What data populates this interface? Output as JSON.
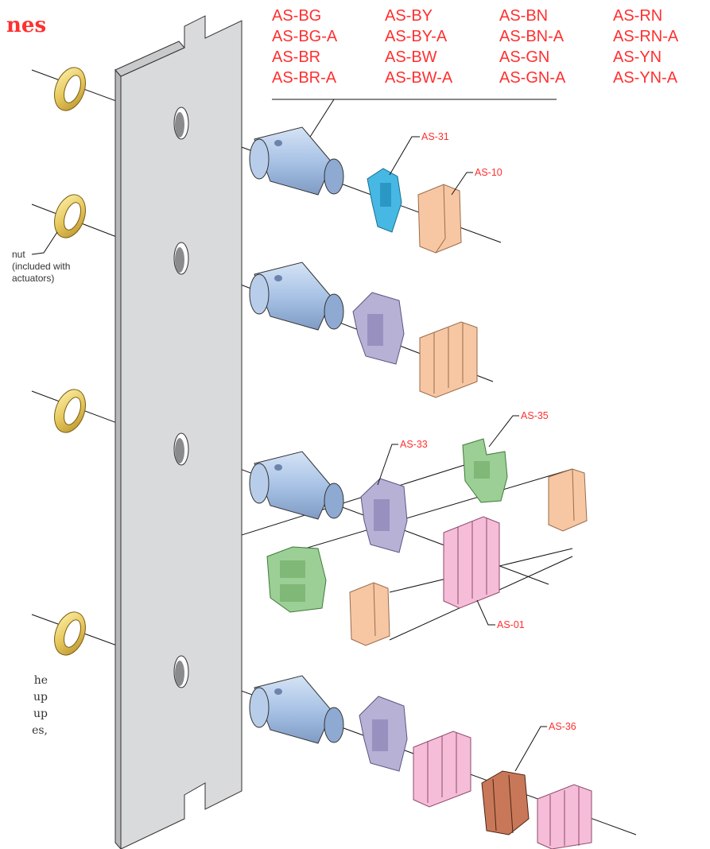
{
  "title_fragment": "nes",
  "colors": {
    "accent": "#ff3030",
    "panel": "#d9dadc",
    "actuator": "#a9c3e6",
    "adapter_blue": "#46b8e3",
    "adapter_purple": "#b7b1d6",
    "adapter_green": "#9ccf95",
    "contact_peach": "#f7c7a4",
    "contact_pink": "#f5bdd8",
    "bracket_copper": "#c87858",
    "nut": "#e8cf6a"
  },
  "actuator_codes": [
    [
      "AS-BG",
      "AS-BY",
      "AS-BN",
      "AS-RN"
    ],
    [
      "AS-BG-A",
      "AS-BY-A",
      "AS-BN-A",
      "AS-RN-A"
    ],
    [
      "AS-BR",
      "AS-BW",
      "AS-GN",
      "AS-YN"
    ],
    [
      "AS-BR-A",
      "AS-BW-A",
      "AS-GN-A",
      "AS-YN-A"
    ]
  ],
  "part_labels": {
    "as31": "AS-31",
    "as10": "AS-10",
    "as35": "AS-35",
    "as33": "AS-33",
    "as01": "AS-01",
    "as36": "AS-36"
  },
  "nut_note": [
    "nut",
    "(included with",
    "actuators)"
  ],
  "body_fragments": [
    "he",
    "up",
    "up",
    "es,"
  ]
}
